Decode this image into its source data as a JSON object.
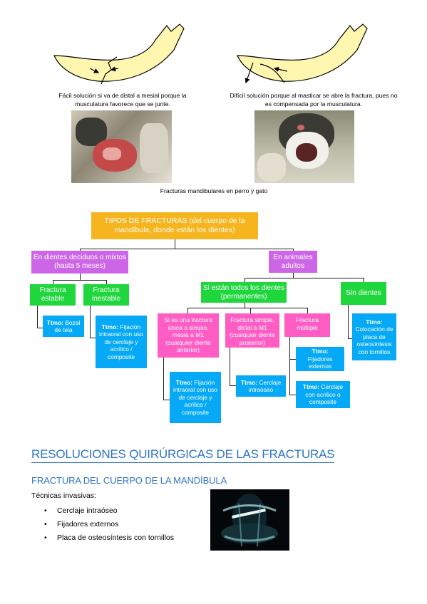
{
  "top_section": {
    "caption_left": "Fácil solución si va de distal a mesial porque la musculatura favorece que se junte.",
    "caption_right": "Difícil solución porque al masticar se abre la fractura, pues no es compensada por la musculatura.",
    "photos_caption": "Fracturas mandibulares en perro y gato"
  },
  "diagram": {
    "root": "TIPOS DE FRACTURAS (del cuerpo de la mandíbula, donde están los dientes)",
    "deciduous": "En dientes deciduos o mixtos (hasta 5 meses)",
    "adults": "En animales adultos",
    "stable": "Fractura estable",
    "unstable": "Fractura inestable",
    "treatment_prefix": "Ttmo:",
    "stable_ttmo": "Bozal de tela",
    "unstable_ttmo": "Fijación intraoral con uso de cerclaje y acrílico / composite",
    "all_teeth": "Si están todos los dientes (permanentes)",
    "no_teeth": "Sin dientes",
    "no_teeth_ttmo": "Colocación de placa de osteosíntesis con tornillos",
    "simple_mesial": "Si es una fractura única o simple, mesia a M1 (cualquier diente anterior)",
    "simple_mesial_ttmo": "Fijación intraoral con uso de cerclaje y acrílico / composite",
    "simple_distal": "Fractura simple, distal a M1 (cualquier diente posterior)",
    "simple_distal_ttmo": "Cerclaje intraóseo",
    "multiple": "Fractura múltiple",
    "multiple_ttmo_1": "Fijadores externos",
    "multiple_ttmo_2": "Cerclaje con acrílico o composite"
  },
  "section": {
    "heading": "RESOLUCIONES QUIRÚRGICAS DE LAS FRACTURAS",
    "subheading": "FRACTURA DEL CUERPO DE LA MANDÍBULA",
    "intro": "Técnicas invasivas:",
    "bullets": [
      "Cerclaje intraóseo",
      "Fijadores externos",
      "Placa de osteosíntesis con tornillos"
    ]
  },
  "colors": {
    "orange": "#f6b51e",
    "purple": "#cc66e6",
    "green": "#1fd63c",
    "pink": "#ff5dc3",
    "blue": "#06a9f5",
    "heading_blue": "#2f74c4"
  }
}
